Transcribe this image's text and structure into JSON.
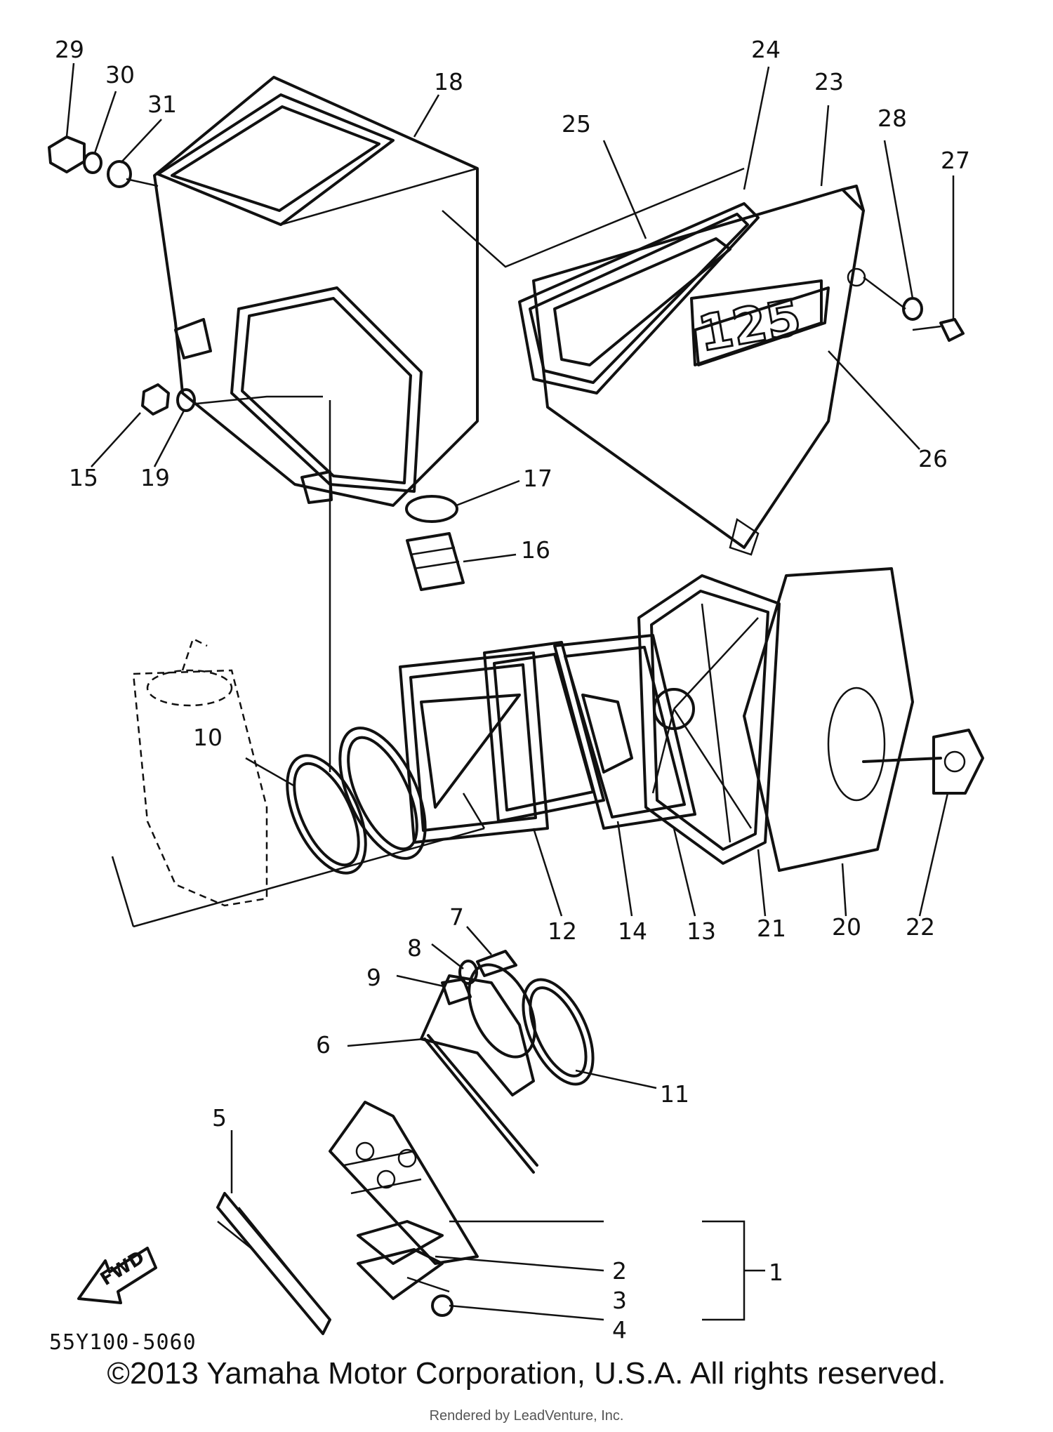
{
  "diagram": {
    "embossed_text": "125",
    "fwd_text": "FWD",
    "drawing_code": "55Y100-5060",
    "labels": [
      "1",
      "2",
      "3",
      "4",
      "5",
      "6",
      "7",
      "8",
      "9",
      "10",
      "11",
      "12",
      "13",
      "14",
      "15",
      "16",
      "17",
      "18",
      "19",
      "20",
      "21",
      "22",
      "23",
      "24",
      "25",
      "26",
      "27",
      "28",
      "29",
      "30",
      "31"
    ]
  },
  "footer": {
    "copyright": "©2013 Yamaha Motor Corporation, U.S.A. All rights reserved.",
    "render_note": "Rendered by LeadVenture, Inc."
  }
}
